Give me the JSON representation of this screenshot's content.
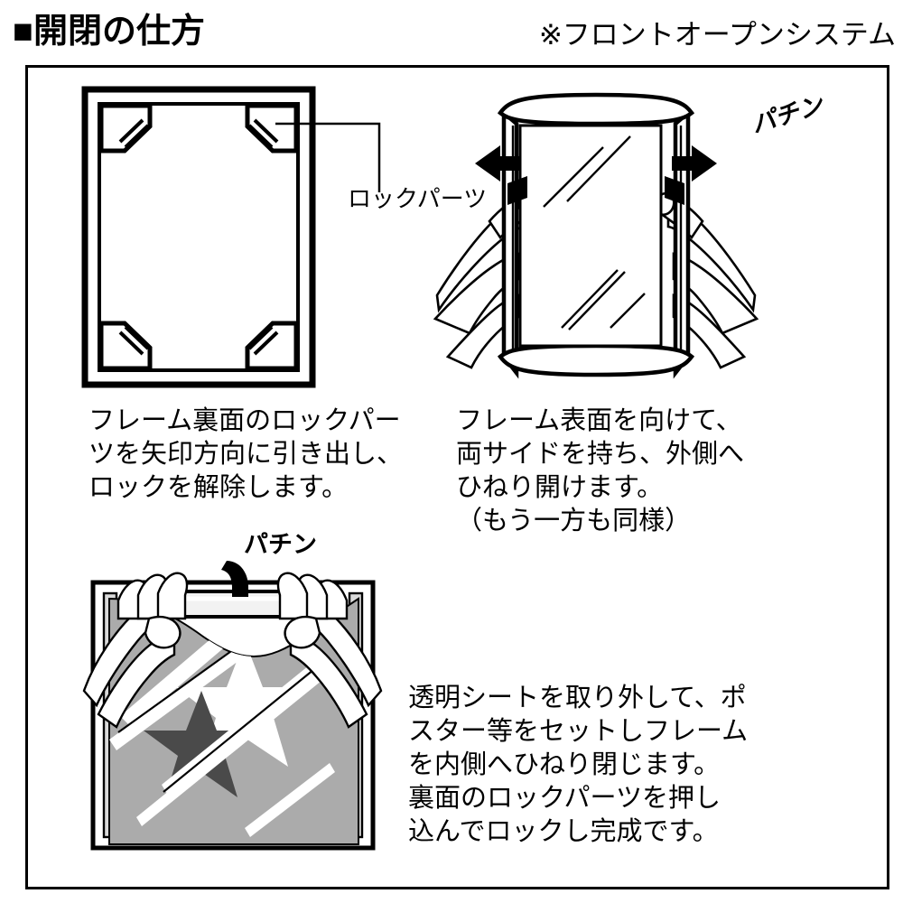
{
  "header": {
    "title": "■開閉の仕方",
    "note": "※フロントオープンシステム"
  },
  "diagrams": {
    "back_frame": {
      "name": "frame-back-view",
      "callout": "ロックパーツ"
    },
    "open_frame": {
      "name": "frame-twist-open-view",
      "snap": "パチン"
    },
    "insert_frame": {
      "name": "frame-poster-insert-view",
      "snap": "パチン"
    }
  },
  "captions": {
    "step1": "フレーム裏面のロックパー\nツを矢印方向に引き出し、\nロックを解除します。",
    "step2": "フレーム表面を向けて、\n両サイドを持ち、外側へ\nひねり開けます。\n（もう一方も同様）",
    "step3": "透明シートを取り外して、ポ\nスター等をセットしフレーム\nを内側へひねり閉じます。\n裏面のロックパーツを押し\n込んでロックし完成です。"
  },
  "colors": {
    "ink": "#000000",
    "paper": "#ffffff",
    "poster_gray": "#ababab",
    "star_dark": "#4a4a4a",
    "frame_shade": "#d9d9d9"
  }
}
